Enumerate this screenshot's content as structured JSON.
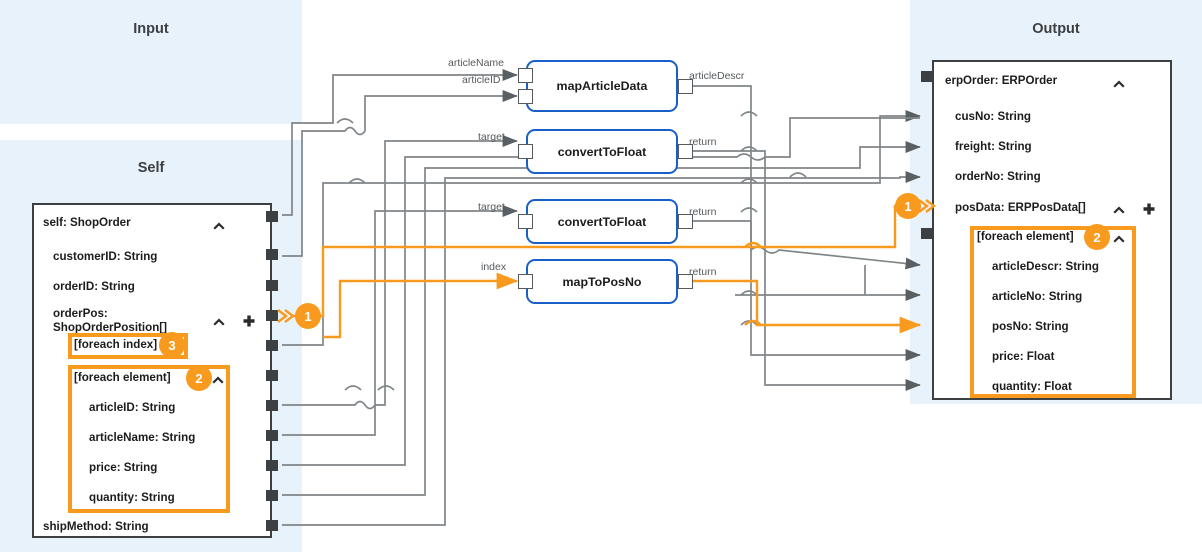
{
  "panes": {
    "input": {
      "title": "Input"
    },
    "self": {
      "title": "Self"
    },
    "output": {
      "title": "Output"
    }
  },
  "colors": {
    "pane_background": "#e8f2fa",
    "highlight_orange": "#f79a1e",
    "node_border_blue": "#1a5fc8",
    "wire_gray": "#808588",
    "card_border": "#3c4043"
  },
  "self_card": {
    "header": "self: ShopOrder",
    "header_caret": "caret-up-icon",
    "fields": [
      {
        "label": "customerID: String"
      },
      {
        "label": "orderID: String"
      }
    ],
    "array_field": {
      "label_line1": "orderPos:",
      "label_line2": "ShopOrderPosition[]",
      "caret": "caret-up-icon",
      "plus": "plus-icon",
      "badge": "1"
    },
    "foreach_index": {
      "label": "[foreach index]",
      "badge": "3"
    },
    "foreach_element": {
      "label": "[foreach element]",
      "badge": "2",
      "caret": "caret-up-icon",
      "fields": [
        {
          "label": "articleID: String"
        },
        {
          "label": "articleName: String"
        },
        {
          "label": "price: String"
        },
        {
          "label": "quantity: String"
        }
      ]
    },
    "trailing_field": {
      "label": "shipMethod: String"
    }
  },
  "output_card": {
    "header": "erpOrder: ERPOrder",
    "header_caret": "caret-up-icon",
    "fields": [
      {
        "label": "cusNo: String"
      },
      {
        "label": "freight: String"
      },
      {
        "label": "orderNo: String"
      }
    ],
    "array_field": {
      "label": "posData: ERPPosData[]",
      "caret": "caret-up-icon",
      "plus": "plus-icon",
      "badge": "1"
    },
    "foreach_element": {
      "label": "[foreach element]",
      "badge": "2",
      "caret": "caret-up-icon",
      "fields": [
        {
          "label": "articleDescr: String"
        },
        {
          "label": "articleNo: String"
        },
        {
          "label": "posNo: String"
        },
        {
          "label": "price: Float"
        },
        {
          "label": "quantity: Float"
        }
      ]
    }
  },
  "nodes": [
    {
      "name": "mapArticleData",
      "inputs": [
        "articleName",
        "articleID"
      ],
      "outputs": [
        "articleDescr"
      ]
    },
    {
      "name": "convertToFloat",
      "inputs": [
        "target"
      ],
      "outputs": [
        "return"
      ]
    },
    {
      "name": "convertToFloat",
      "inputs": [
        "target"
      ],
      "outputs": [
        "return"
      ]
    },
    {
      "name": "mapToPosNo",
      "inputs": [
        "index"
      ],
      "outputs": [
        "return"
      ]
    }
  ]
}
